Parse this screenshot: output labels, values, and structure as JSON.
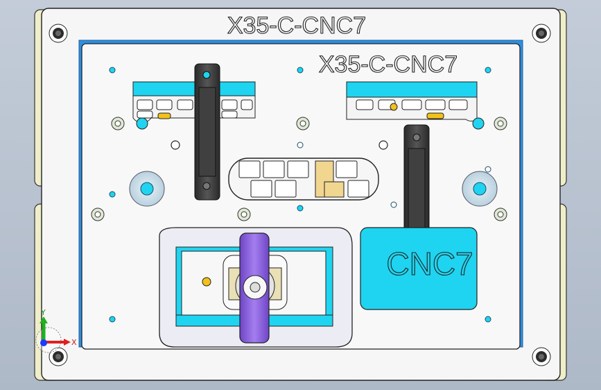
{
  "model_view": {
    "base_engraving": "X35-C-CNC7",
    "plate_engraving": "X35-C-CNC7",
    "pocket_engraving": "CNC7"
  },
  "triad": {
    "y_label": "Y",
    "x_label": "X"
  },
  "colors": {
    "background": "#b8c2cf",
    "base_plate": "#f4f4f4",
    "rails": "#ecebc4",
    "cyan_parts": "#1fd4f0",
    "handles": "#3a3a3a",
    "clamp_lever": "#8a5fd8",
    "brass_pin": "#f2c21a"
  }
}
